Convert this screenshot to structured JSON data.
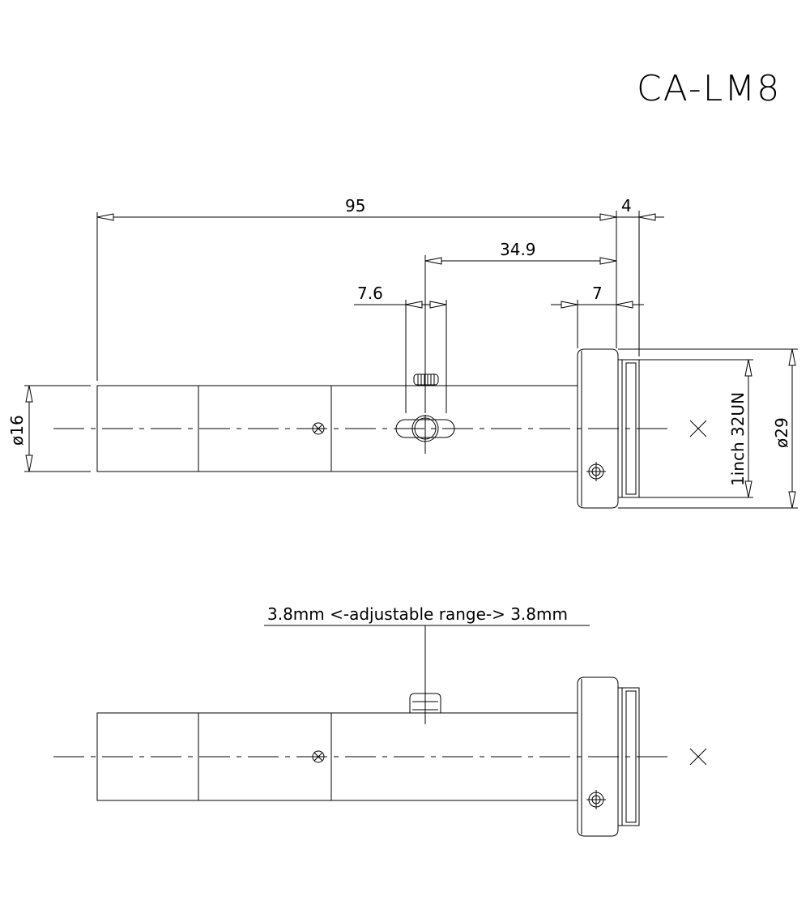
{
  "title": "CA-LM8",
  "dimensions": {
    "overall_length": "95",
    "flange_width": "4",
    "screw_to_flange": "34.9",
    "slot_width": "7.6",
    "ring_width": "7",
    "tube_diameter": "ø16",
    "thread_spec": "1inch 32UN",
    "ring_diameter": "ø29"
  },
  "side_view": {
    "note": "3.8mm <-adjustable range-> 3.8mm"
  }
}
